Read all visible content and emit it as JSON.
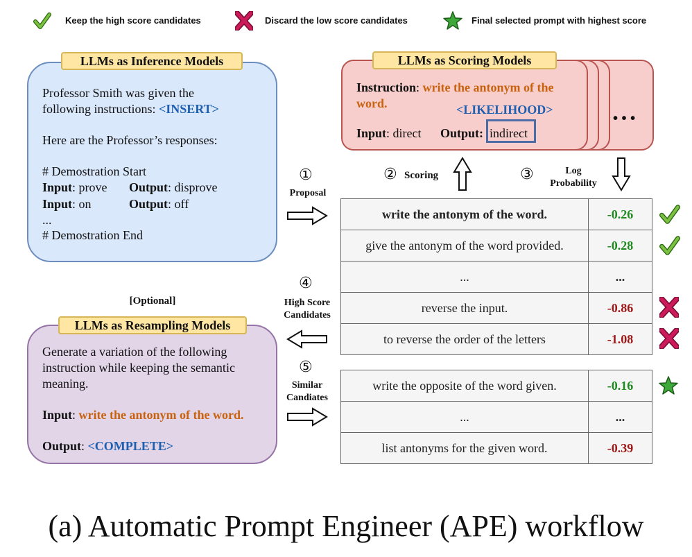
{
  "legend": {
    "keep": "Keep the high score candidates",
    "discard": "Discard the low score candidates",
    "final": "Final selected prompt with highest score"
  },
  "inference": {
    "tag": "LLMs as Inference Models",
    "line1": "Professor Smith was given the",
    "line2_prefix": "following instructions: ",
    "line2_token": "<INSERT>",
    "line3": "Here are the Professor’s responses:",
    "demo_start": "# Demostration Start",
    "row1_input_label": "Input",
    "row1_input_value": ": prove",
    "row1_output_label": "Output",
    "row1_output_value": ": disprove",
    "row2_input_label": "Input",
    "row2_input_value": ": on",
    "row2_output_label": "Output",
    "row2_output_value": ": off",
    "ellipsis": "...",
    "demo_end": "# Demostration End"
  },
  "scoring": {
    "tag": "LLMs as Scoring Models",
    "instruction_label": "Instruction",
    "instruction_sep": ": ",
    "instruction_value1": "write the antonym of the",
    "instruction_value2": "word.",
    "likelihood": "<LIKELIHOOD>",
    "input_label": "Input",
    "input_value": ": direct",
    "output_label": "Output",
    "output_sep": ":",
    "output_value": "indirect",
    "more": "• • •"
  },
  "resampling": {
    "optional": "[Optional]",
    "tag": "LLMs as Resampling Models",
    "line1": "Generate a variation of the following",
    "line2": "instruction while keeping the semantic",
    "line3": "meaning.",
    "input_label": "Input",
    "input_sep": ": ",
    "input_value": "write the antonym of the word.",
    "output_label": "Output",
    "output_sep": ": ",
    "output_value": "<COMPLETE>"
  },
  "steps": {
    "s1_num": "①",
    "s1_label": "Proposal",
    "s2_num": "②",
    "s2_label": "Scoring",
    "s3_num": "③",
    "s3_label1": "Log",
    "s3_label2": "Probability",
    "s4_num": "④",
    "s4_label1": "High Score",
    "s4_label2": "Candidates",
    "s5_num": "⑤",
    "s5_label1": "Similar",
    "s5_label2": "Candiates"
  },
  "table1": {
    "rows": [
      {
        "text": "write the antonym of the word.",
        "score": "-0.26",
        "mark": "keep"
      },
      {
        "text": "give the antonym of the word provided.",
        "score": "-0.28",
        "mark": "keep"
      },
      {
        "text": "...",
        "score": "...",
        "mark": ""
      },
      {
        "text": "reverse the input.",
        "score": "-0.86",
        "mark": "discard"
      },
      {
        "text": "to reverse the order of the letters",
        "score": "-1.08",
        "mark": "discard"
      }
    ]
  },
  "table2": {
    "rows": [
      {
        "text": "write the opposite of the word given.",
        "score": "-0.16",
        "mark": "final"
      },
      {
        "text": "...",
        "score": "...",
        "mark": ""
      },
      {
        "text": "list antonyms for the given word.",
        "score": "-0.39",
        "mark": ""
      }
    ]
  },
  "caption": "(a) Automatic Prompt Engineer (APE) workflow",
  "colors": {
    "keep_green": "#7cc142",
    "discard_red": "#cc1a5a",
    "star_green": "#3fa83a",
    "score_green": "#1e8a1e",
    "score_red": "#a01818",
    "highlight_orange": "#c8620f",
    "token_blue": "#1f5fb0"
  }
}
